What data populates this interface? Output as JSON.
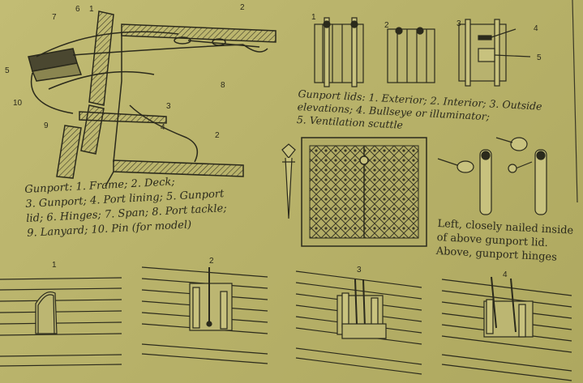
{
  "figure_left": {
    "callouts": [
      "1",
      "2",
      "2",
      "3",
      "4",
      "5",
      "6",
      "7",
      "8",
      "9",
      "10"
    ],
    "caption": "Gunport: 1. Frame; 2. Deck;\n3. Gunport; 4. Port lining; 5. Gunport\nlid; 6. Hinges; 7. Span; 8. Port tackle;\n9. Lanyard; 10. Pin (for model)"
  },
  "figure_lids": {
    "numbers": [
      "1",
      "2",
      "3",
      "4",
      "5"
    ],
    "caption": "Gunport lids: 1. Exterior; 2. Interior; 3. Outside\nelevations; 4. Bullseye or illuminator;\n5. Ventilation scuttle"
  },
  "figure_nailed": {
    "caption": "Left, closely nailed inside\nof above gunport lid.\nAbove, gunport hinges"
  },
  "figure_bottom": {
    "numbers": [
      "1",
      "2",
      "3",
      "4"
    ]
  }
}
